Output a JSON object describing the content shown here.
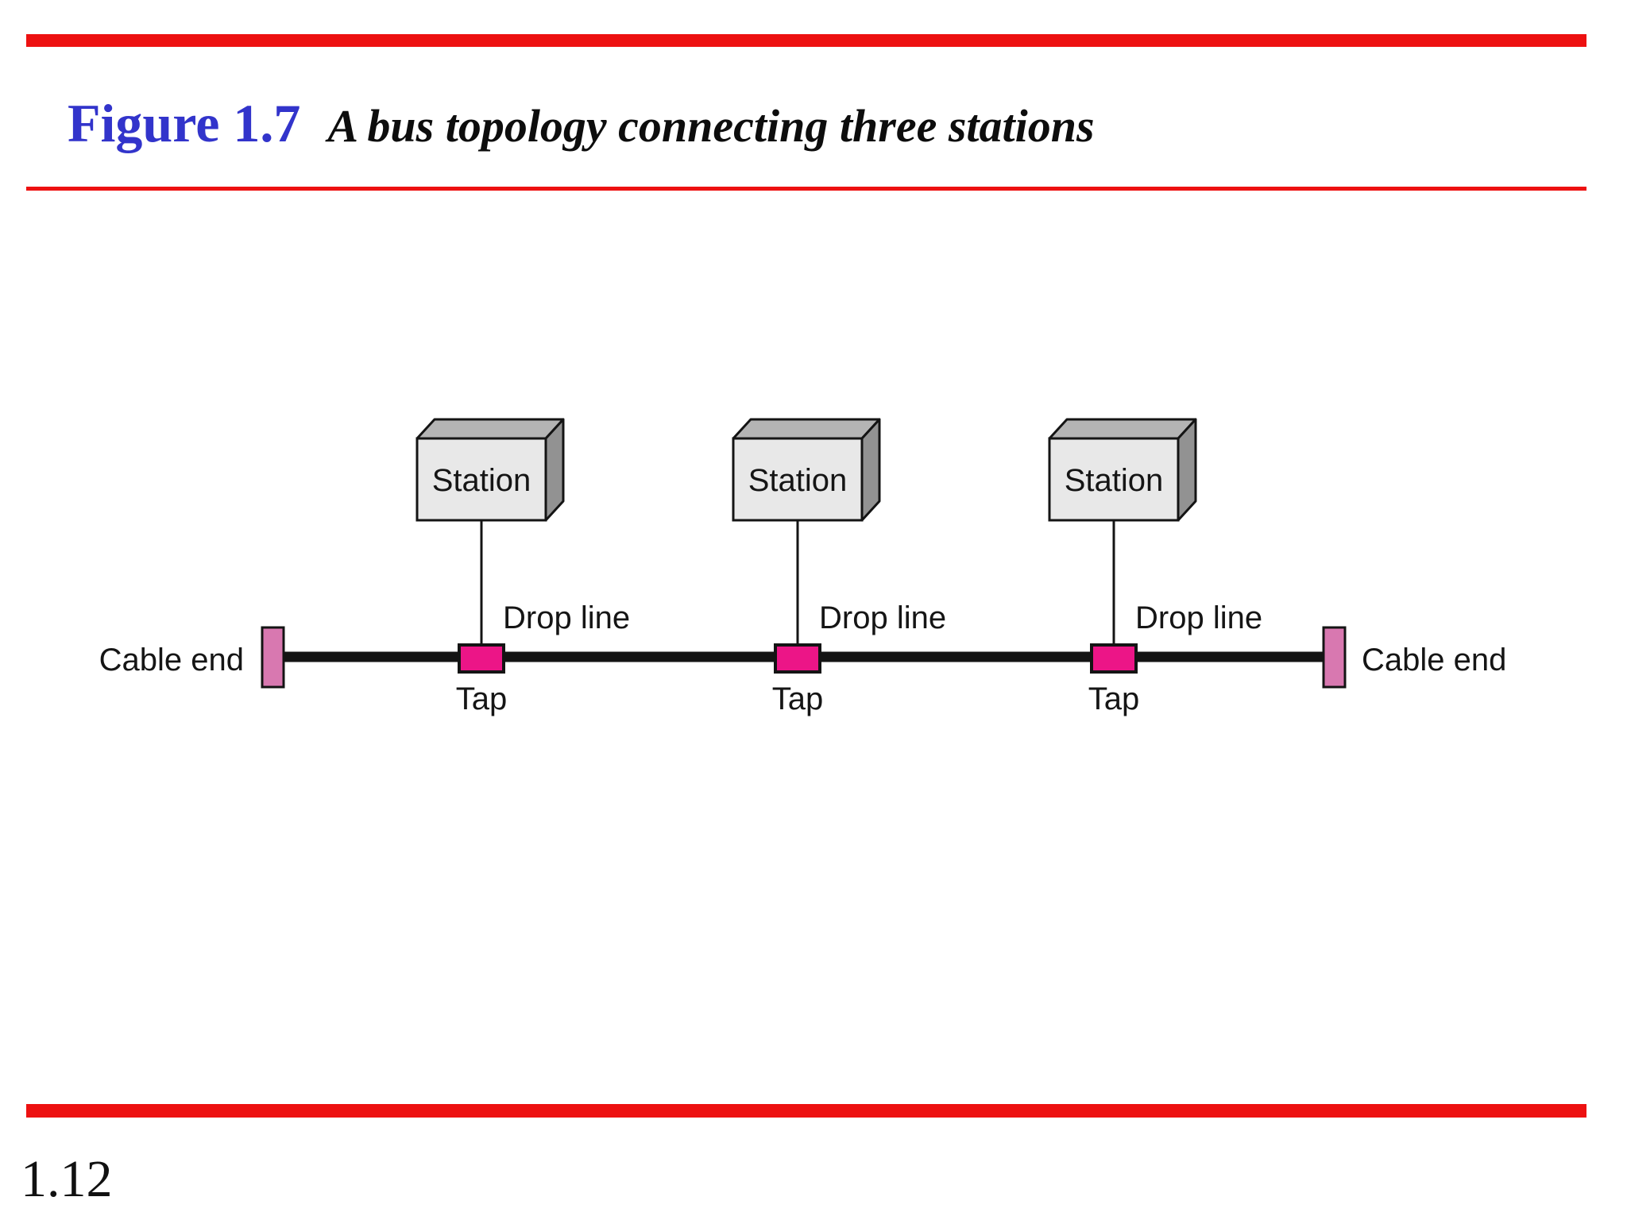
{
  "header": {
    "figure_label": "Figure 1.7",
    "figure_caption": "A bus topology connecting three stations"
  },
  "footer": {
    "page_number": "1.12"
  },
  "colors": {
    "accent_red": "#ED1111",
    "figure_label_blue": "#3234CB",
    "tap_magenta": "#EC1587",
    "cable_end_pink": "#D878B0",
    "station_front_gray": "#E8E8E8",
    "station_top_gray": "#B4B4B4",
    "station_side_gray": "#929292",
    "line_black": "#141414"
  },
  "diagram": {
    "stations": [
      {
        "label": "Station"
      },
      {
        "label": "Station"
      },
      {
        "label": "Station"
      }
    ],
    "drop_line_labels": [
      "Drop line",
      "Drop line",
      "Drop line"
    ],
    "tap_labels": [
      "Tap",
      "Tap",
      "Tap"
    ],
    "cable_end_left_label": "Cable end",
    "cable_end_right_label": "Cable end"
  }
}
